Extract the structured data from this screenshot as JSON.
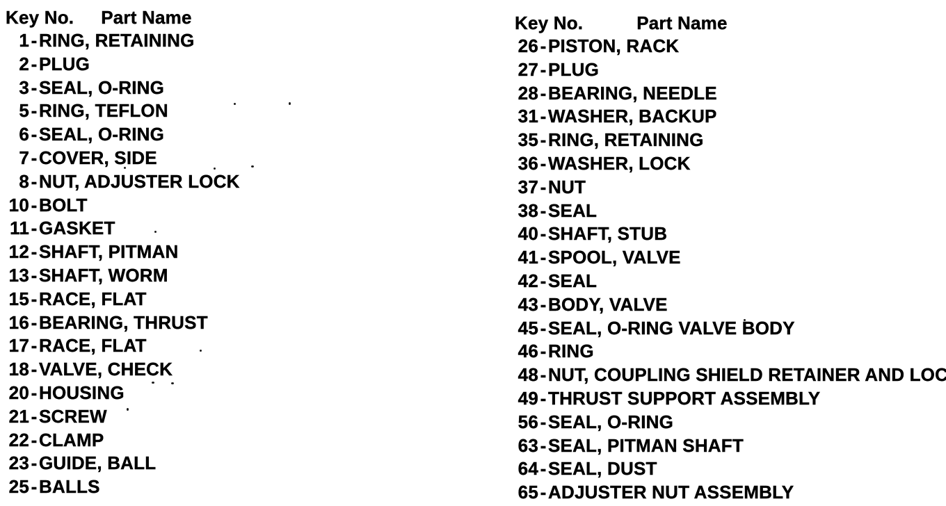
{
  "document": {
    "columns": [
      {
        "header": {
          "key_label": "Key No.",
          "name_label": "Part Name"
        },
        "items": [
          {
            "key": "1",
            "name": "RING, RETAINING"
          },
          {
            "key": "2",
            "name": "PLUG"
          },
          {
            "key": "3",
            "name": "SEAL, O-RING"
          },
          {
            "key": "5",
            "name": "RING, TEFLON"
          },
          {
            "key": "6",
            "name": "SEAL, O-RING"
          },
          {
            "key": "7",
            "name": "COVER, SIDE"
          },
          {
            "key": "8",
            "name": "NUT, ADJUSTER LOCK"
          },
          {
            "key": "10",
            "name": "BOLT"
          },
          {
            "key": "11",
            "name": "GASKET"
          },
          {
            "key": "12",
            "name": "SHAFT, PITMAN"
          },
          {
            "key": "13",
            "name": "SHAFT, WORM"
          },
          {
            "key": "15",
            "name": "RACE, FLAT"
          },
          {
            "key": "16",
            "name": "BEARING, THRUST"
          },
          {
            "key": "17",
            "name": "RACE, FLAT"
          },
          {
            "key": "18",
            "name": "VALVE, CHECK"
          },
          {
            "key": "20",
            "name": "HOUSING"
          },
          {
            "key": "21",
            "name": "SCREW"
          },
          {
            "key": "22",
            "name": "CLAMP"
          },
          {
            "key": "23",
            "name": "GUIDE, BALL"
          },
          {
            "key": "25",
            "name": "BALLS"
          }
        ]
      },
      {
        "header": {
          "key_label": "Key No.",
          "name_label": "Part Name"
        },
        "items": [
          {
            "key": "26",
            "name": "PISTON, RACK"
          },
          {
            "key": "27",
            "name": "PLUG"
          },
          {
            "key": "28",
            "name": "BEARING, NEEDLE"
          },
          {
            "key": "31",
            "name": "WASHER, BACKUP"
          },
          {
            "key": "35",
            "name": "RING, RETAINING"
          },
          {
            "key": "36",
            "name": "WASHER, LOCK"
          },
          {
            "key": "37",
            "name": "NUT"
          },
          {
            "key": "38",
            "name": "SEAL"
          },
          {
            "key": "40",
            "name": "SHAFT, STUB"
          },
          {
            "key": "41",
            "name": "SPOOL, VALVE"
          },
          {
            "key": "42",
            "name": "SEAL"
          },
          {
            "key": "43",
            "name": "BODY, VALVE"
          },
          {
            "key": "45",
            "name": "SEAL, O-RING VALVE BODY"
          },
          {
            "key": "46",
            "name": "RING"
          },
          {
            "key": "48",
            "name": "NUT, COUPLING SHIELD RETAINER AND LOCK"
          },
          {
            "key": "49",
            "name": "THRUST SUPPORT ASSEMBLY"
          },
          {
            "key": "56",
            "name": "SEAL, O-RING"
          },
          {
            "key": "63",
            "name": "SEAL, PITMAN SHAFT"
          },
          {
            "key": "64",
            "name": "SEAL, DUST"
          },
          {
            "key": "65",
            "name": "ADJUSTER NUT ASSEMBLY"
          }
        ]
      }
    ]
  }
}
